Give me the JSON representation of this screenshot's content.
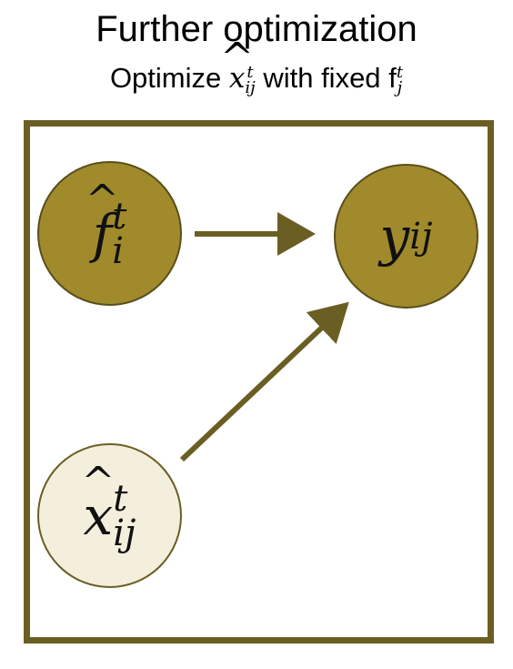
{
  "title": "Further optimization",
  "subtitle": {
    "prefix": "Optimize",
    "var_x": "x",
    "x_sup": "t",
    "x_sub": "ij",
    "middle": "with fixed",
    "var_f": "f",
    "f_sup": "t",
    "f_sub": "j"
  },
  "nodes": {
    "f_hat": {
      "symbol": "f",
      "sup": "t",
      "sub": "i"
    },
    "y": {
      "symbol": "y",
      "sub": "ij"
    },
    "x_hat": {
      "symbol": "x",
      "sup": "t",
      "sub": "ij"
    }
  },
  "colors": {
    "frame": "#6b5e23",
    "node_dark": "#a08a2c",
    "node_light": "#f4eedd",
    "arrow": "#6b5e23"
  }
}
